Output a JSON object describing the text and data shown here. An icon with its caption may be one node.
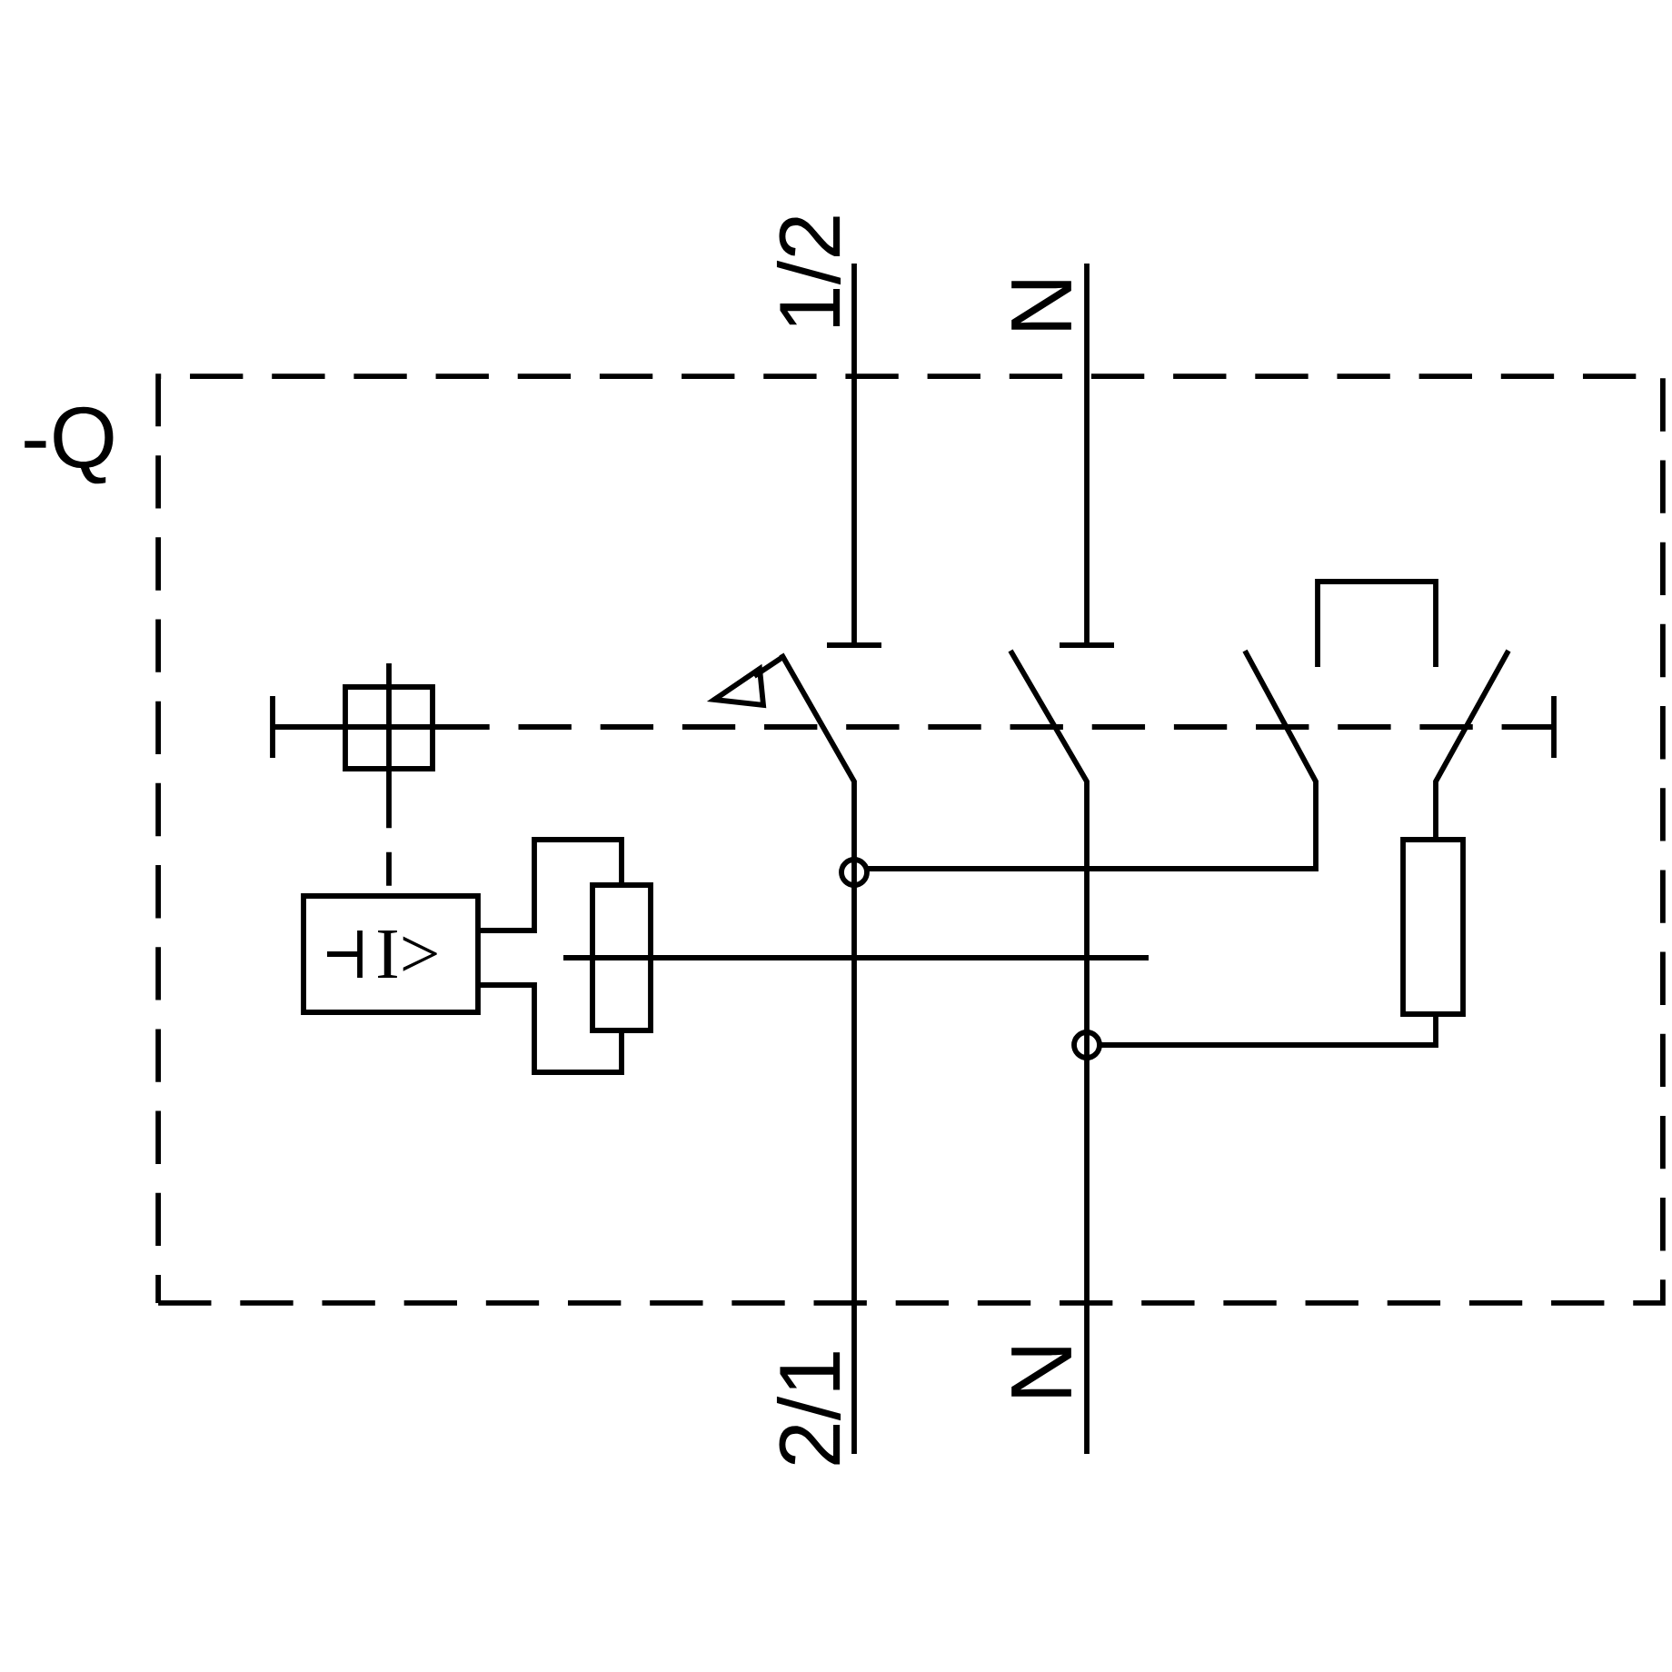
{
  "diagram": {
    "nodes": [
      {
        "text": [
          "-Q"
        ]
      },
      {
        "text": [
          "I>"
        ],
        "in": 0
      }
    ],
    "labels": [
      "1/2",
      "N",
      "2/1",
      "N"
    ]
  }
}
